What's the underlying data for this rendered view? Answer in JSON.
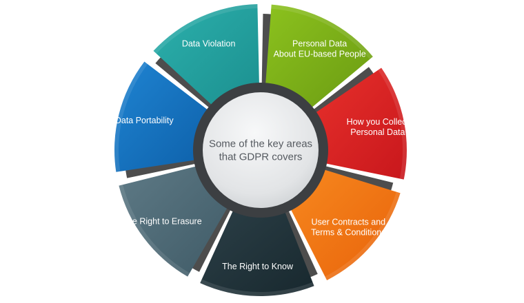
{
  "diagram": {
    "center_text": [
      "Some of the key areas",
      "that GDPR covers"
    ],
    "segments": [
      {
        "lines": [
          "Personal Data",
          "About EU-based People"
        ],
        "color": "#6a9a12",
        "color_light": "#8cc21e"
      },
      {
        "lines": [
          "How you Collect",
          "Personal Data"
        ],
        "color": "#c8171c",
        "color_light": "#e8312c"
      },
      {
        "lines": [
          "User Contracts and",
          "Terms & Conditions"
        ],
        "color": "#e8620a",
        "color_light": "#f7891f"
      },
      {
        "lines": [
          "The Right to Know"
        ],
        "color": "#18282e",
        "color_light": "#2c4048"
      },
      {
        "lines": [
          "The Right to Erasure"
        ],
        "color": "#3f5a66",
        "color_light": "#5e7a86"
      },
      {
        "lines": [
          "Data Portability"
        ],
        "color": "#0d5fa8",
        "color_light": "#1f84d2"
      },
      {
        "lines": [
          "Data Violation"
        ],
        "color": "#1b8f8f",
        "color_light": "#2cb0ac"
      }
    ]
  }
}
